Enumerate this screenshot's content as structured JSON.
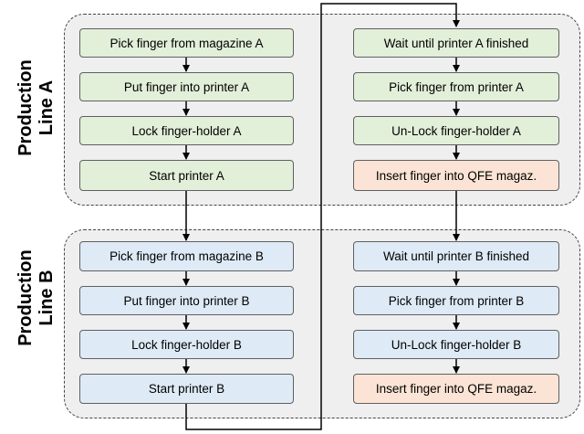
{
  "production_line_a": {
    "label_line1": "Production",
    "label_line2": "Line A",
    "left_steps": [
      "Pick finger from magazine A",
      "Put finger into printer A",
      "Lock finger-holder A",
      "Start printer A"
    ],
    "right_steps": [
      "Wait until printer A finished",
      "Pick finger from printer A",
      "Un-Lock finger-holder A",
      "Insert finger into QFE magaz."
    ]
  },
  "production_line_b": {
    "label_line1": "Production",
    "label_line2": "Line B",
    "left_steps": [
      "Pick finger from magazine B",
      "Put finger into printer B",
      "Lock finger-holder B",
      "Start printer B"
    ],
    "right_steps": [
      "Wait until printer B finished",
      "Pick finger from printer B",
      "Un-Lock finger-holder B",
      "Insert finger into QFE magaz."
    ]
  },
  "colors": {
    "line_a_step": "#e2efd9",
    "line_b_step": "#deeaf6",
    "final_step": "#fbe4d5",
    "group_background": "#efefef"
  }
}
